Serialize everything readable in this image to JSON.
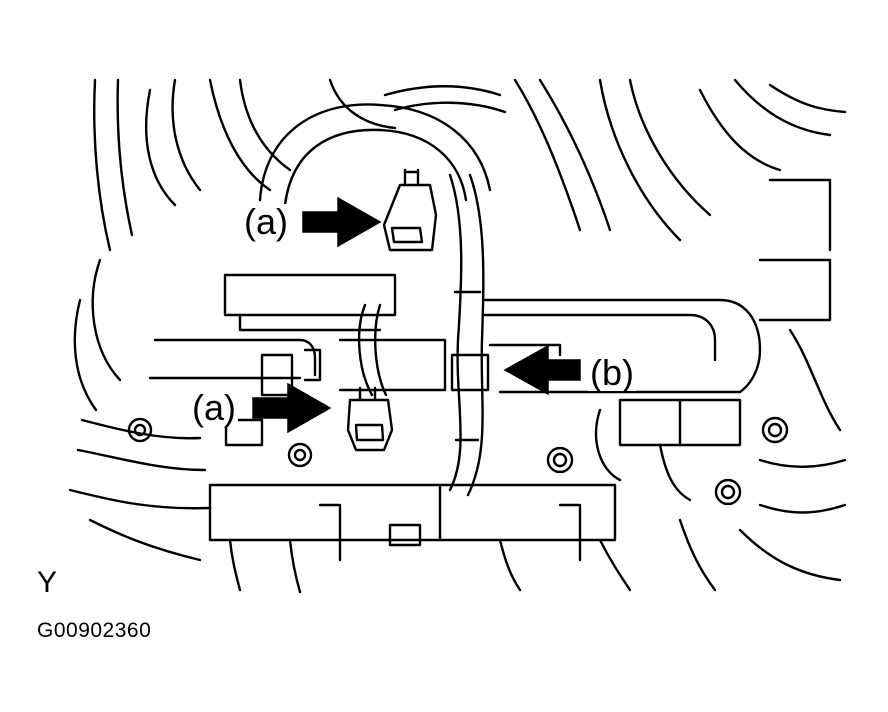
{
  "callouts": {
    "connector_a_upper": "(a)",
    "connector_a_lower": "(a)",
    "clamp_b": "(b)"
  },
  "view_letter": "Y",
  "figure_code": "G00902360",
  "colors": {
    "line": "#000000",
    "background": "#ffffff"
  }
}
